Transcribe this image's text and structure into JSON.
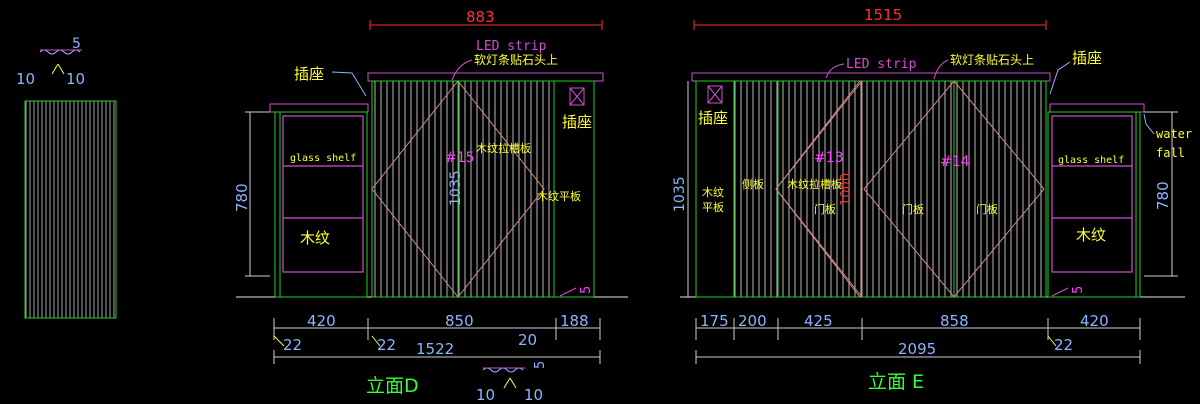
{
  "colors": {
    "background": "#000000",
    "frame_green": "#1fd11f",
    "panel_white": "#e8e8e8",
    "magenta": "#d14fd1",
    "pink_diagonal": "#d08a8a",
    "dim_red": "#ff2b2b",
    "dim_white": "#cfcfcf",
    "text_yellow": "#ffff33",
    "text_blue": "#8db4ff",
    "text_magenta": "#ff40ff",
    "text_green": "#33ff33",
    "accent_red": "#ff3030"
  },
  "detail_left": {
    "top_dim": "5",
    "left_dim": "10",
    "right_dim": "10"
  },
  "elevation_d": {
    "title": "立面D",
    "top_dim": "883",
    "led_label": "LED strip",
    "led_note": "软灯条贴石头上",
    "socket_left": "插座",
    "socket_right": "插座",
    "shelf_label": "glass shelf",
    "wood_label": "木纹",
    "height_left": "780",
    "panel_code": "#15",
    "panel_height": "1035",
    "panel_label": "木纹拉槽板",
    "flat_label": "木纹平板",
    "base_dim": "5",
    "dims_row1": [
      "420",
      "850",
      "20",
      "188"
    ],
    "dims_small": [
      "22",
      "22"
    ],
    "total": "1522"
  },
  "detail_bottom": {
    "top_dim": "5",
    "left_dim": "10",
    "right_dim": "10"
  },
  "elevation_e": {
    "title": "立面 E",
    "top_dim": "1515",
    "led_label": "LED strip",
    "led_note": "软灯条贴石头上",
    "socket_left": "插座",
    "socket_right": "插座",
    "height_left": "1035",
    "flat_label_1": "木纹",
    "flat_label_2": "平板",
    "side_label": "侧板",
    "panel_code_1": "#13",
    "panel_code_2": "#14",
    "panel_label": "木纹拉槽板",
    "panel_height": "1000",
    "door_1": "门板",
    "door_2": "门板",
    "door_3": "门板",
    "shelf_label": "glass shelf",
    "wood_label": "木纹",
    "height_right": "780",
    "waterfall_1": "water",
    "waterfall_2": "fall",
    "base_dim": "5",
    "dims_row1": [
      "175",
      "200",
      "425",
      "858",
      "420"
    ],
    "dims_small": [
      "22"
    ],
    "total": "2095"
  }
}
